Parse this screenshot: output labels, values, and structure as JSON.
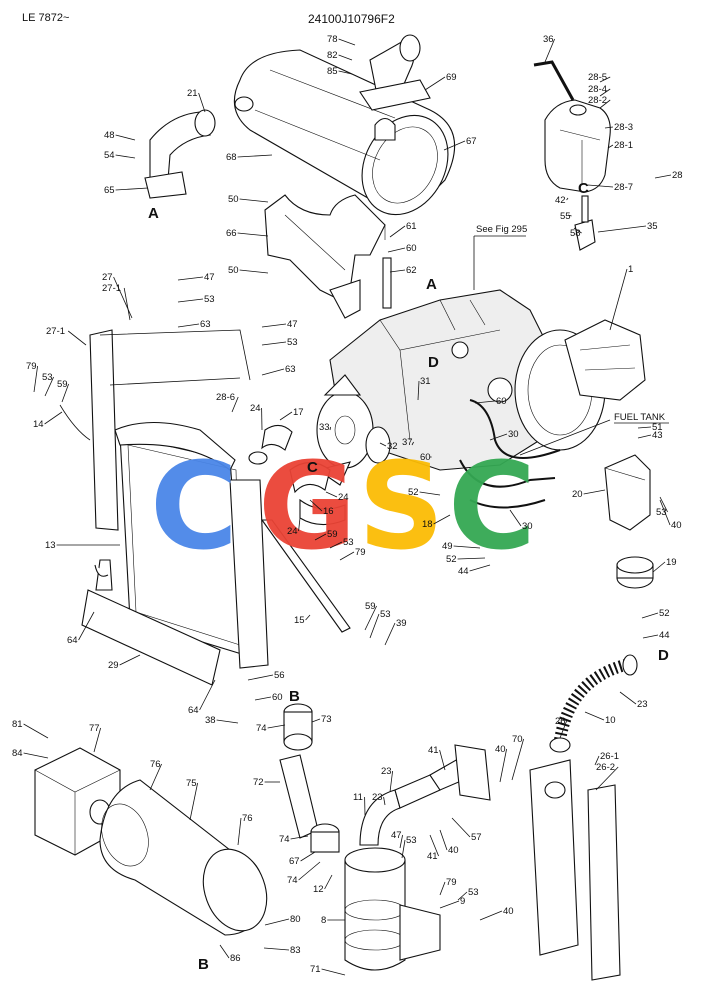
{
  "header": {
    "model": "LE 7872~",
    "drawing_no": "24100J10796F2"
  },
  "annotations": {
    "see_fig": "See Fig 295",
    "fuel_tank": "FUEL TANK"
  },
  "watermark": {
    "text": "CGSC",
    "colors": [
      "#4a86e8",
      "#ea4335",
      "#fbbc05",
      "#34a853"
    ]
  },
  "callout_letters": [
    "A",
    "A",
    "B",
    "B",
    "C",
    "C",
    "D",
    "D"
  ],
  "part_labels": [
    "78",
    "82",
    "85",
    "69",
    "36",
    "28-5",
    "28-4",
    "28-2",
    "28-3",
    "28-1",
    "28-7",
    "28",
    "21",
    "48",
    "54",
    "65",
    "68",
    "67",
    "42",
    "55",
    "58",
    "35",
    "50",
    "66",
    "61",
    "60",
    "62",
    "50",
    "47",
    "53",
    "63",
    "27",
    "27-1",
    "1",
    "27-1",
    "47",
    "53",
    "63",
    "79",
    "53",
    "59",
    "14",
    "28-6",
    "24",
    "17",
    "31",
    "60",
    "FUEL TANK",
    "43",
    "51",
    "33",
    "32",
    "37",
    "60",
    "52",
    "30",
    "20",
    "53",
    "40",
    "13",
    "16",
    "24",
    "18",
    "30",
    "24",
    "59",
    "53",
    "79",
    "49",
    "52",
    "44",
    "19",
    "15",
    "59",
    "53",
    "39",
    "52",
    "44",
    "64",
    "29",
    "64",
    "56",
    "60",
    "38",
    "74",
    "73",
    "72",
    "74",
    "67",
    "74",
    "12",
    "23",
    "10",
    "81",
    "84",
    "77",
    "76",
    "75",
    "76",
    "80",
    "86",
    "83",
    "71",
    "8",
    "9",
    "40",
    "79",
    "53",
    "23",
    "47",
    "53",
    "41",
    "40",
    "57",
    "41",
    "40",
    "70",
    "11",
    "23",
    "26",
    "26-1",
    "26-2"
  ]
}
